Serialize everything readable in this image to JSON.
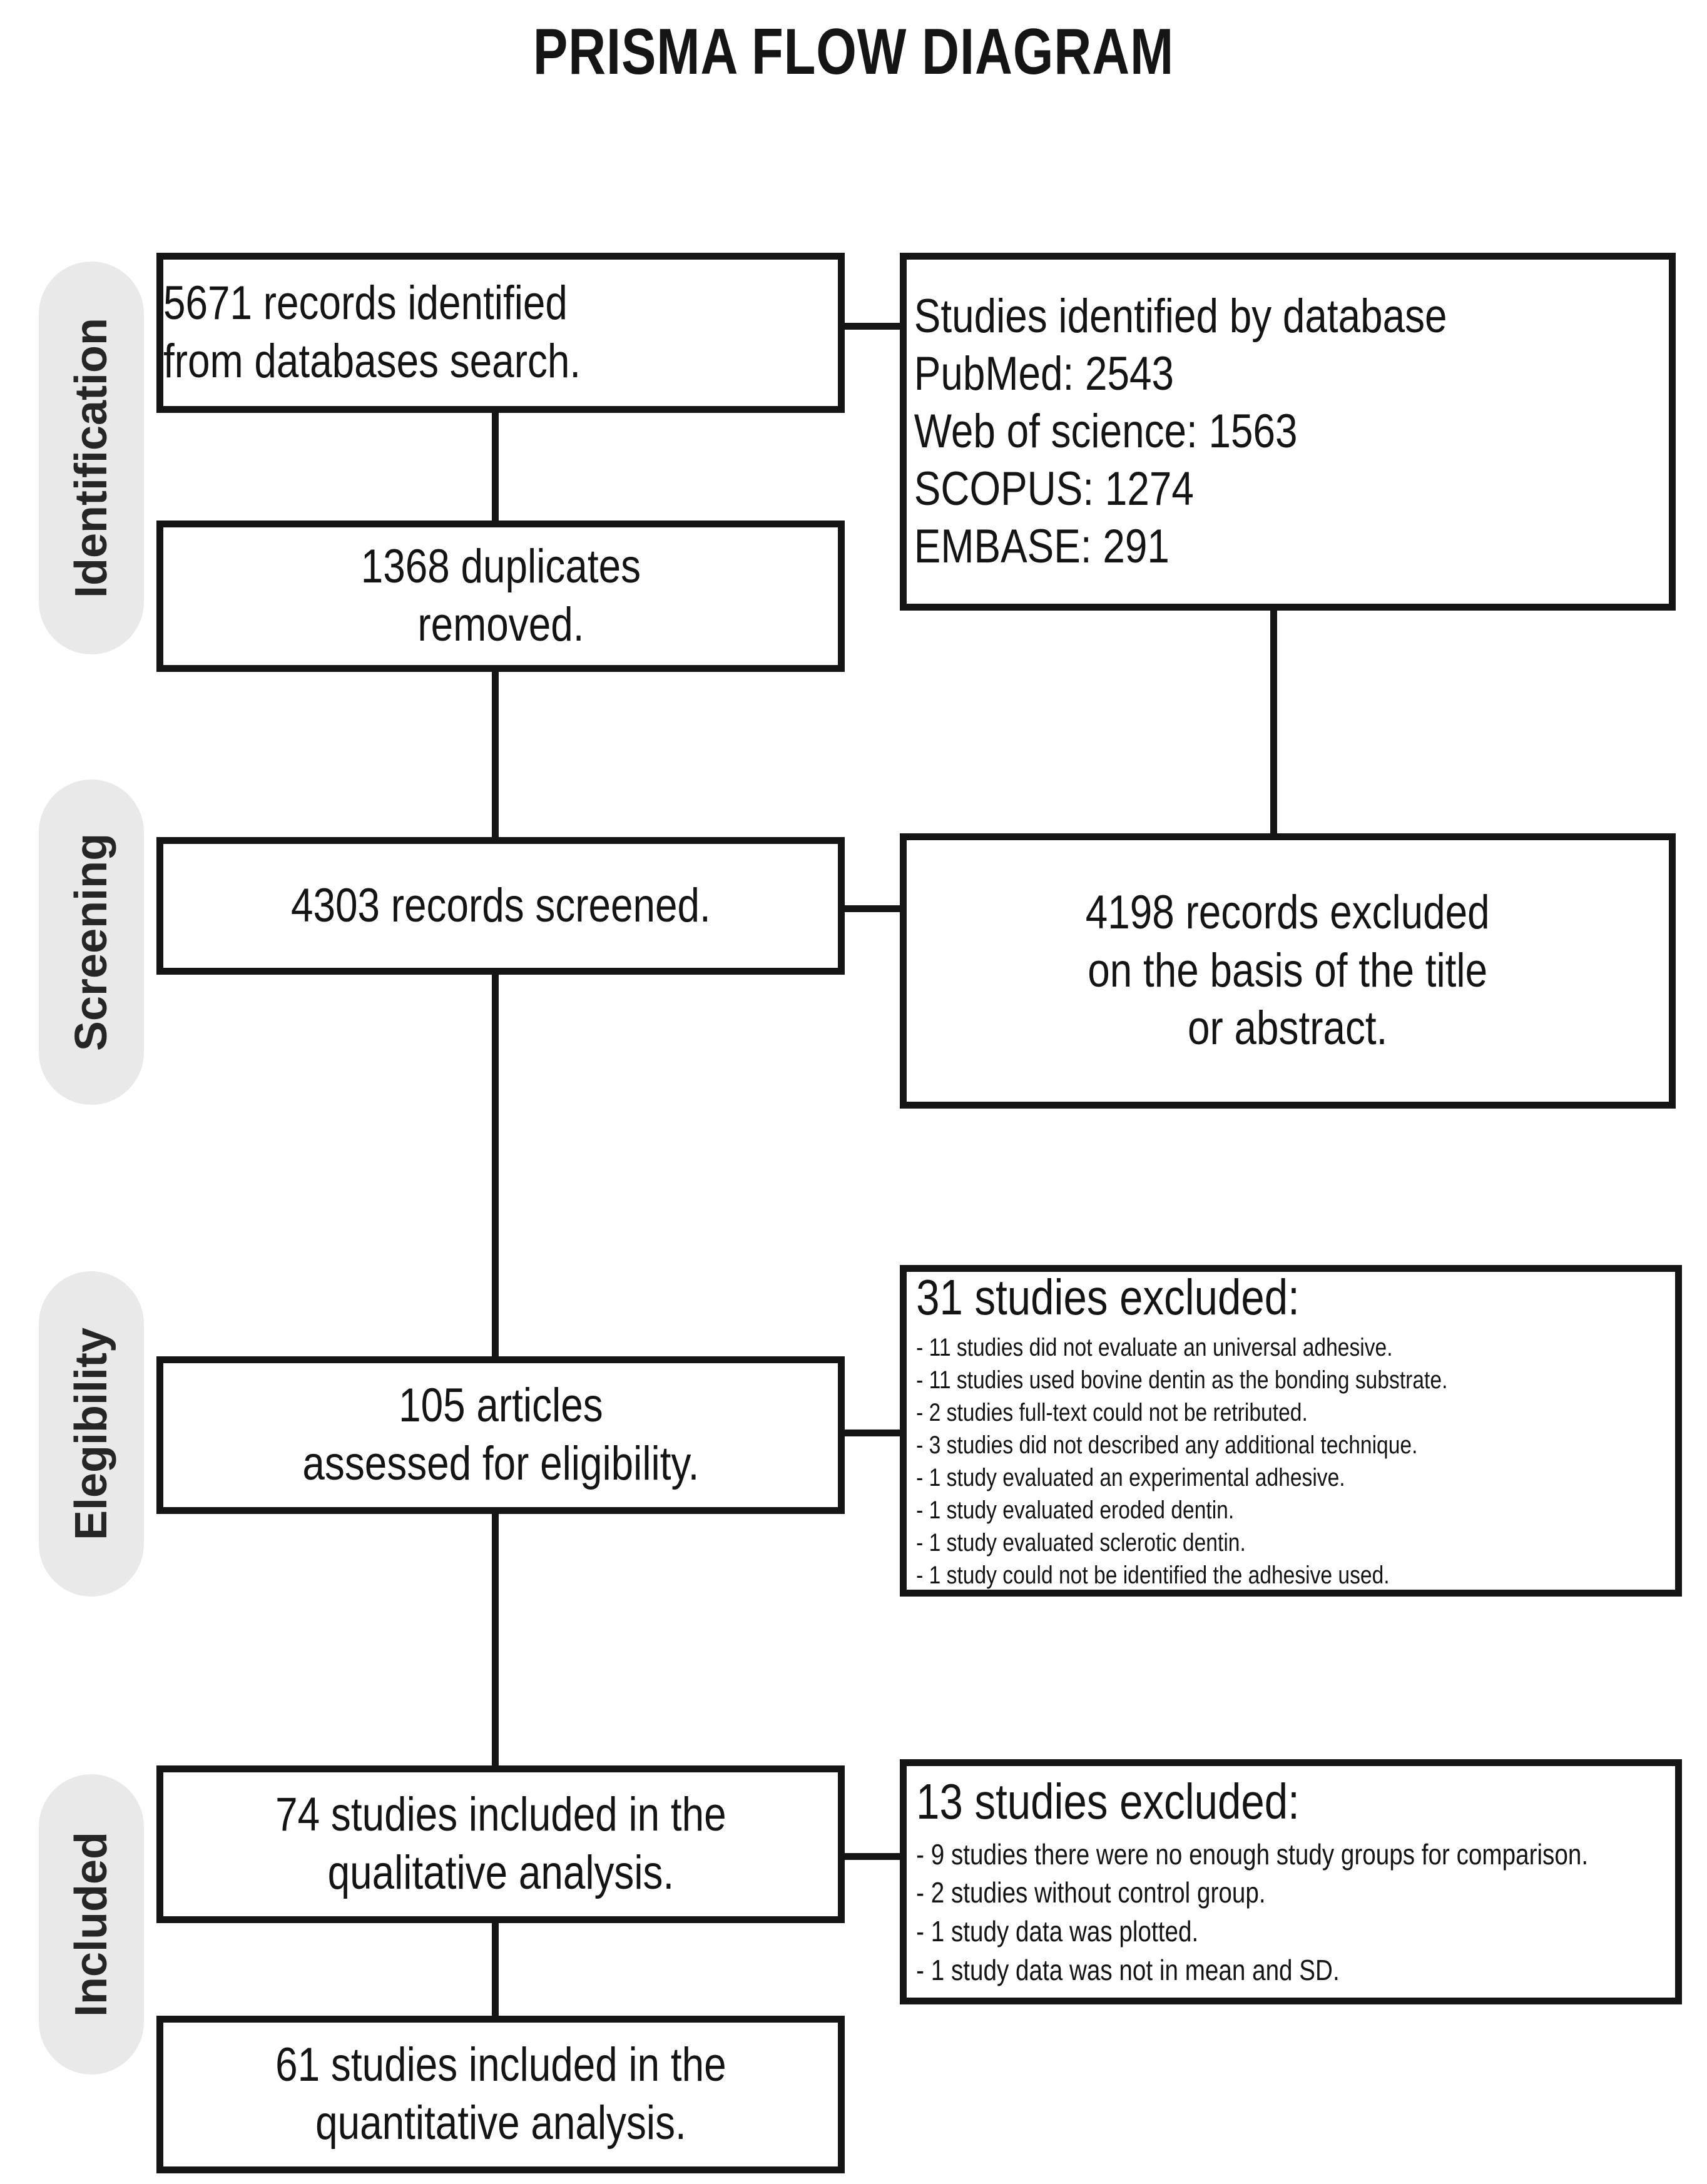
{
  "title": "PRISMA FLOW DIAGRAM",
  "stages": [
    {
      "id": "identification",
      "label": "Identification"
    },
    {
      "id": "screening",
      "label": "Screening"
    },
    {
      "id": "elegibility",
      "label": "Elegibility"
    },
    {
      "id": "included",
      "label": "Included"
    }
  ],
  "boxes": {
    "records_identified": {
      "text": "5671 records identified\nfrom databases search."
    },
    "duplicates_removed": {
      "text": "1368 duplicates\nremoved."
    },
    "records_screened": {
      "text": "4303 records screened."
    },
    "records_excluded": {
      "text": "4198 records excluded\non the basis of the title\nor abstract."
    },
    "articles_assessed": {
      "text": "105 articles\nassessed for eligibility."
    },
    "qualitative_included": {
      "text": "74 studies included in the\nqualitative analysis."
    },
    "quantitative_included": {
      "text": "61 studies included in the\nquantitative analysis."
    }
  },
  "databases": {
    "heading": "Studies identified by database",
    "entries": [
      {
        "name": "PubMed",
        "count": 2543,
        "line": "PubMed: 2543"
      },
      {
        "name": "Web of science",
        "count": 1563,
        "line": "Web of science: 1563"
      },
      {
        "name": "SCOPUS",
        "count": 1274,
        "line": "SCOPUS: 1274"
      },
      {
        "name": "EMBASE",
        "count": 291,
        "line": "EMBASE: 291"
      }
    ]
  },
  "eligibility_excluded": {
    "heading": "31 studies excluded:",
    "count": 31,
    "reasons": [
      "- 11 studies did not evaluate an universal adhesive.",
      "- 11 studies used bovine dentin as the bonding substrate.",
      "- 2 studies full-text could not be retributed.",
      "- 3 studies did not described any additional technique.",
      "- 1 study evaluated an experimental adhesive.",
      "- 1 study evaluated eroded dentin.",
      "- 1 study evaluated sclerotic dentin.",
      "- 1 study could not be identified the adhesive used."
    ]
  },
  "included_excluded": {
    "heading": "13 studies excluded:",
    "count": 13,
    "reasons": [
      " - 9 studies there were no enough study groups for comparison.",
      "- 2 studies without control group.",
      "- 1 study data was plotted.",
      "- 1 study data was not in mean and SD."
    ]
  },
  "chart_data": {
    "type": "flow",
    "title": "PRISMA FLOW DIAGRAM",
    "nodes": [
      {
        "id": "records_identified",
        "stage": "Identification",
        "value": 5671,
        "label": "5671 records identified from databases search."
      },
      {
        "id": "database_breakdown",
        "stage": "Identification",
        "value": 5671,
        "label": "Studies identified by database"
      },
      {
        "id": "duplicates_removed",
        "stage": "Identification",
        "value": 1368,
        "label": "1368 duplicates removed."
      },
      {
        "id": "records_screened",
        "stage": "Screening",
        "value": 4303,
        "label": "4303 records screened."
      },
      {
        "id": "records_excluded",
        "stage": "Screening",
        "value": 4198,
        "label": "4198 records excluded on the basis of the title or abstract."
      },
      {
        "id": "articles_assessed",
        "stage": "Elegibility",
        "value": 105,
        "label": "105 articles assessed for eligibility."
      },
      {
        "id": "eligibility_excluded",
        "stage": "Elegibility",
        "value": 31,
        "label": "31 studies excluded:"
      },
      {
        "id": "qualitative_included",
        "stage": "Included",
        "value": 74,
        "label": "74 studies included in the qualitative analysis."
      },
      {
        "id": "included_excluded",
        "stage": "Included",
        "value": 13,
        "label": "13 studies excluded:"
      },
      {
        "id": "quantitative_included",
        "stage": "Included",
        "value": 61,
        "label": "61 studies included in the quantitative analysis."
      }
    ],
    "edges": [
      {
        "from": "records_identified",
        "to": "database_breakdown"
      },
      {
        "from": "records_identified",
        "to": "duplicates_removed"
      },
      {
        "from": "duplicates_removed",
        "to": "records_screened"
      },
      {
        "from": "records_screened",
        "to": "records_excluded"
      },
      {
        "from": "records_screened",
        "to": "articles_assessed"
      },
      {
        "from": "articles_assessed",
        "to": "eligibility_excluded"
      },
      {
        "from": "articles_assessed",
        "to": "qualitative_included"
      },
      {
        "from": "qualitative_included",
        "to": "included_excluded"
      },
      {
        "from": "qualitative_included",
        "to": "quantitative_included"
      }
    ]
  },
  "colors": {
    "ink": "#151515",
    "pill_background": "#e9e9e9",
    "page_background": "#ffffff"
  }
}
